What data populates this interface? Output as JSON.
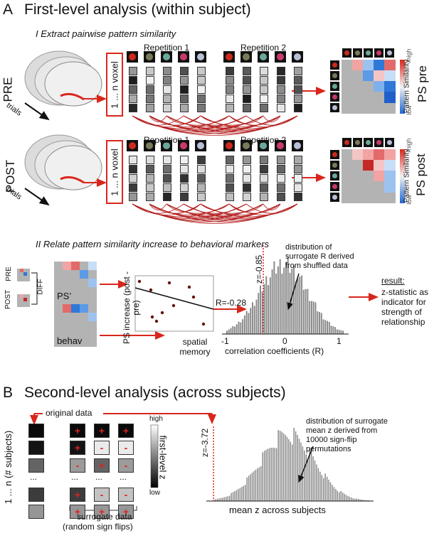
{
  "panelA": {
    "letter": "A",
    "title": "First-level analysis (within subject)",
    "section1": "I Extract pairwise pattern similarity",
    "section2": "II Relate pattern similarity increase to behavioral markers",
    "pre_label": "PRE",
    "post_label": "POST",
    "trials_label": "trials",
    "voxel_label": "1 ... n voxel",
    "repetition1": "Repetition 1",
    "repetition2": "Repetition 2",
    "cbar_high": "high",
    "cbar_low": "low",
    "cbar_title": "Pattern Similarity",
    "ps_pre": "PS pre",
    "ps_post": "PS post",
    "diff_label": "DIFF",
    "ps_prime": "PS’",
    "behav": "behav",
    "scatter_ylabel": "PS increase (post - pre)",
    "scatter_xlabel": "spatial memory",
    "r_value": "R=-0.28",
    "z_value": "z=-0.85",
    "surrogate_note": "distribution of surrogate R derived from shuffled data",
    "hist_xlabel": "correlation coefficients (R)",
    "hist_ticks": [
      "-1",
      "0",
      "1"
    ],
    "result_title": "result:",
    "result_text": "z-statistic as indicator for strength of relationship"
  },
  "panelB": {
    "letter": "B",
    "title": "Second-level analysis (across subjects)",
    "original_data": "original data",
    "subjects_label": "1 ... n (# subjects)",
    "cbar_high": "high",
    "cbar_low": "low",
    "cbar_title": "first-level z",
    "surrogate_label": "surrogate data",
    "sign_flips": "(random sign flips)",
    "z_value": "z=-3.72",
    "dist_note": "distribution of surrogate mean z derived from 10000 sign-flip permutations",
    "hist_xlabel": "mean z across subjects",
    "signs": [
      [
        "+",
        "+",
        "+"
      ],
      [
        "+",
        "-",
        "-"
      ],
      [
        "-",
        "+",
        "-"
      ],
      [
        "...",
        "...",
        "..."
      ],
      [
        "+",
        "-",
        "-"
      ],
      [
        "+",
        "+",
        "+"
      ]
    ],
    "dots": "..."
  },
  "colors": {
    "accent_red": "#d9261c",
    "dark_red": "#6b1212",
    "bar_gray": "#888888"
  }
}
